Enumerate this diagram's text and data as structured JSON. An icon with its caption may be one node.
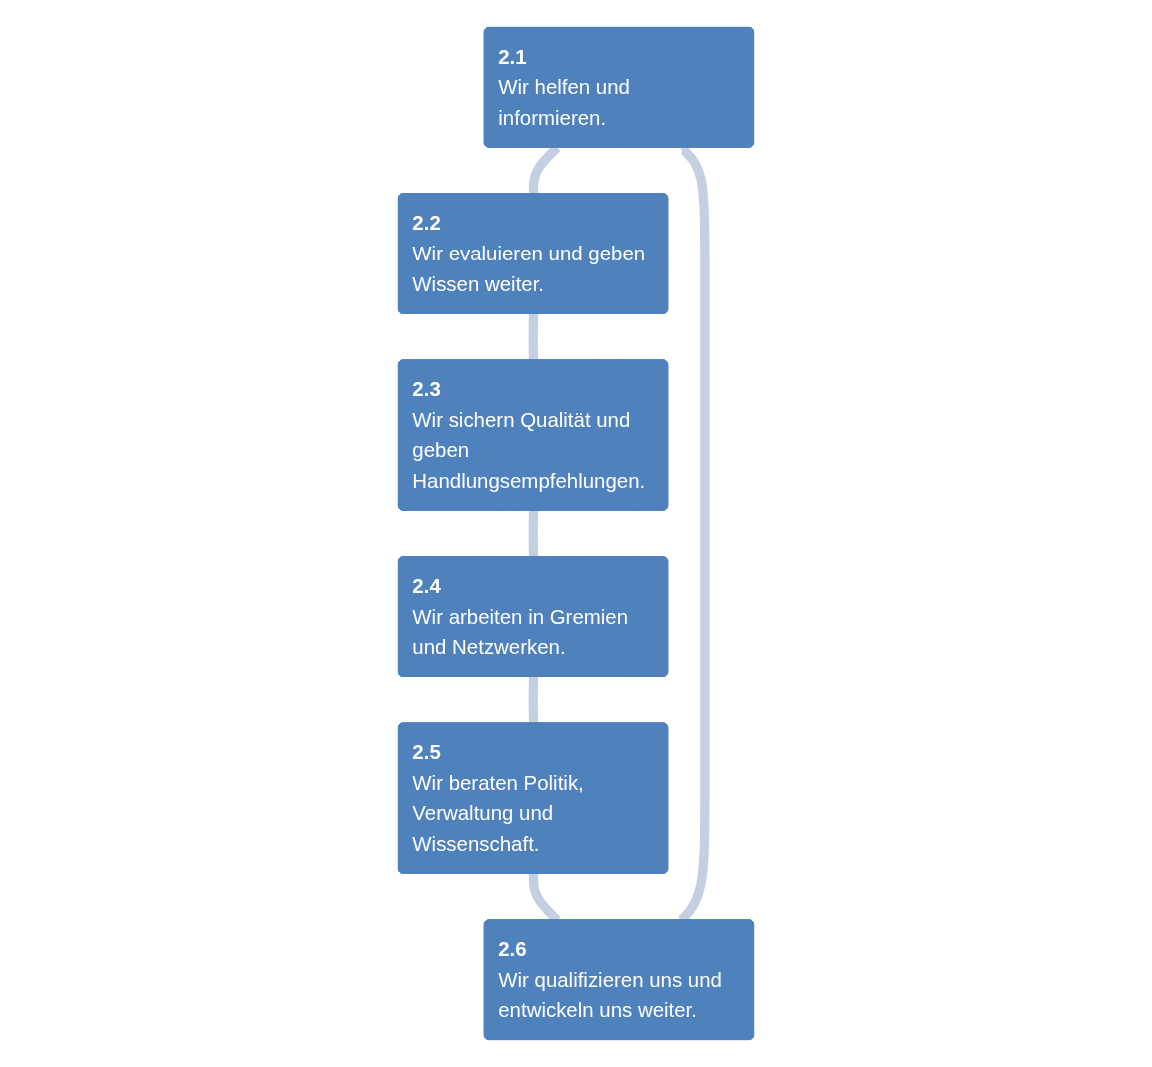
{
  "diagram": {
    "nodes": [
      {
        "text": [
          "2.1",
          "Wir helfen und informieren."
        ]
      },
      {
        "text": [
          "2.2",
          "Wir evaluieren und geben Wissen weiter."
        ]
      },
      {
        "text": [
          "2.3",
          "Wir sichern Qualität und geben Handlungsempfehlungen."
        ]
      },
      {
        "text": [
          "2.4",
          "Wir arbeiten in Gremien und Netzwerken."
        ]
      },
      {
        "text": [
          "2.5",
          "Wir beraten Politik, Verwaltung und Wissenschaft."
        ]
      },
      {
        "text": [
          "2.6",
          "Wir qualifizieren uns und entwickeln uns weiter."
        ]
      }
    ],
    "edges": [
      {
        "from": 0,
        "to": 1,
        "arrow": "none"
      },
      {
        "from": 1,
        "to": 2,
        "arrow": "none"
      },
      {
        "from": 2,
        "to": 3,
        "arrow": "none"
      },
      {
        "from": 3,
        "to": 4,
        "arrow": "none"
      },
      {
        "from": 4,
        "to": 5,
        "arrow": "none"
      },
      {
        "from": 5,
        "to": 0,
        "arrow": "to"
      }
    ]
  }
}
